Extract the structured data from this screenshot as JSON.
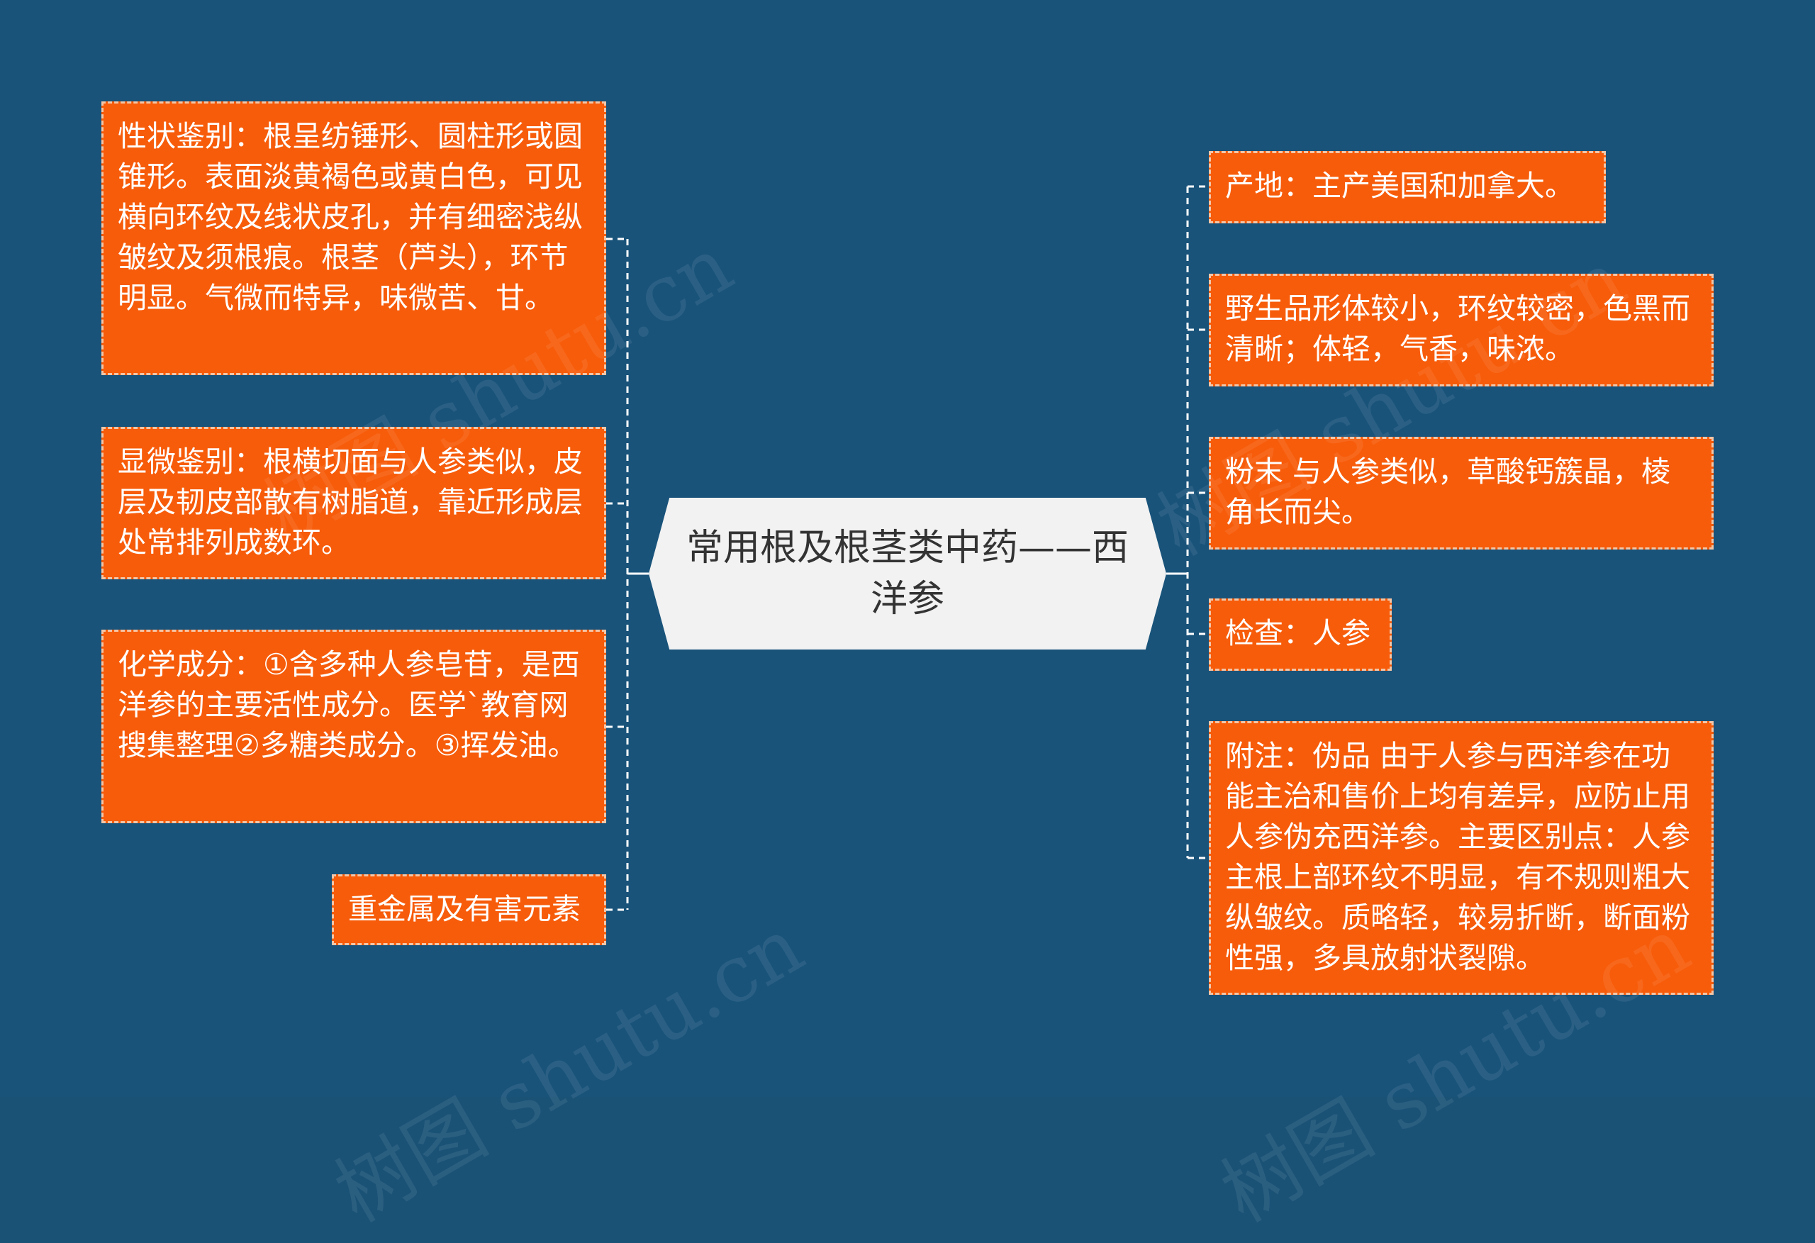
{
  "center": {
    "title": "常用根及根茎类中药——西洋参"
  },
  "left_nodes": [
    {
      "text": "性状鉴别：根呈纺锤形、圆柱形或圆锥形。表面淡黄褐色或黄白色，可见横向环纹及线状皮孔，并有细密浅纵皱纹及须根痕。根茎（芦头），环节明显。气微而特异，味微苦、甘。"
    },
    {
      "text": "显微鉴别：根横切面与人参类似，皮层及韧皮部散有树脂道，靠近形成层处常排列成数环。"
    },
    {
      "text": "化学成分：①含多种人参皂苷，是西洋参的主要活性成分。医学`教育网搜集整理②多糖类成分。③挥发油。"
    },
    {
      "text": "重金属及有害元素"
    }
  ],
  "right_nodes": [
    {
      "text": "产地：主产美国和加拿大。"
    },
    {
      "text": "野生品形体较小，环纹较密，色黑而清晰；体轻，气香，味浓。"
    },
    {
      "text": "粉末 与人参类似，草酸钙簇晶，棱角长而尖。"
    },
    {
      "text": "检查：人参"
    },
    {
      "text": "附注：伪品 由于人参与西洋参在功能主治和售价上均有差异，应防止用人参伪充西洋参。主要区别点：人参主根上部环纹不明显，有不规则粗大纵皱纹。质略轻，较易折断，断面粉性强，多具放射状裂隙。"
    }
  ],
  "watermark": {
    "text": "树图 shutu.cn"
  },
  "colors": {
    "background": "#19537a",
    "node_fill": "#f75c0a",
    "node_border": "#f3c6a8",
    "center_fill": "#f2f2f2",
    "connector": "#ffffff"
  }
}
